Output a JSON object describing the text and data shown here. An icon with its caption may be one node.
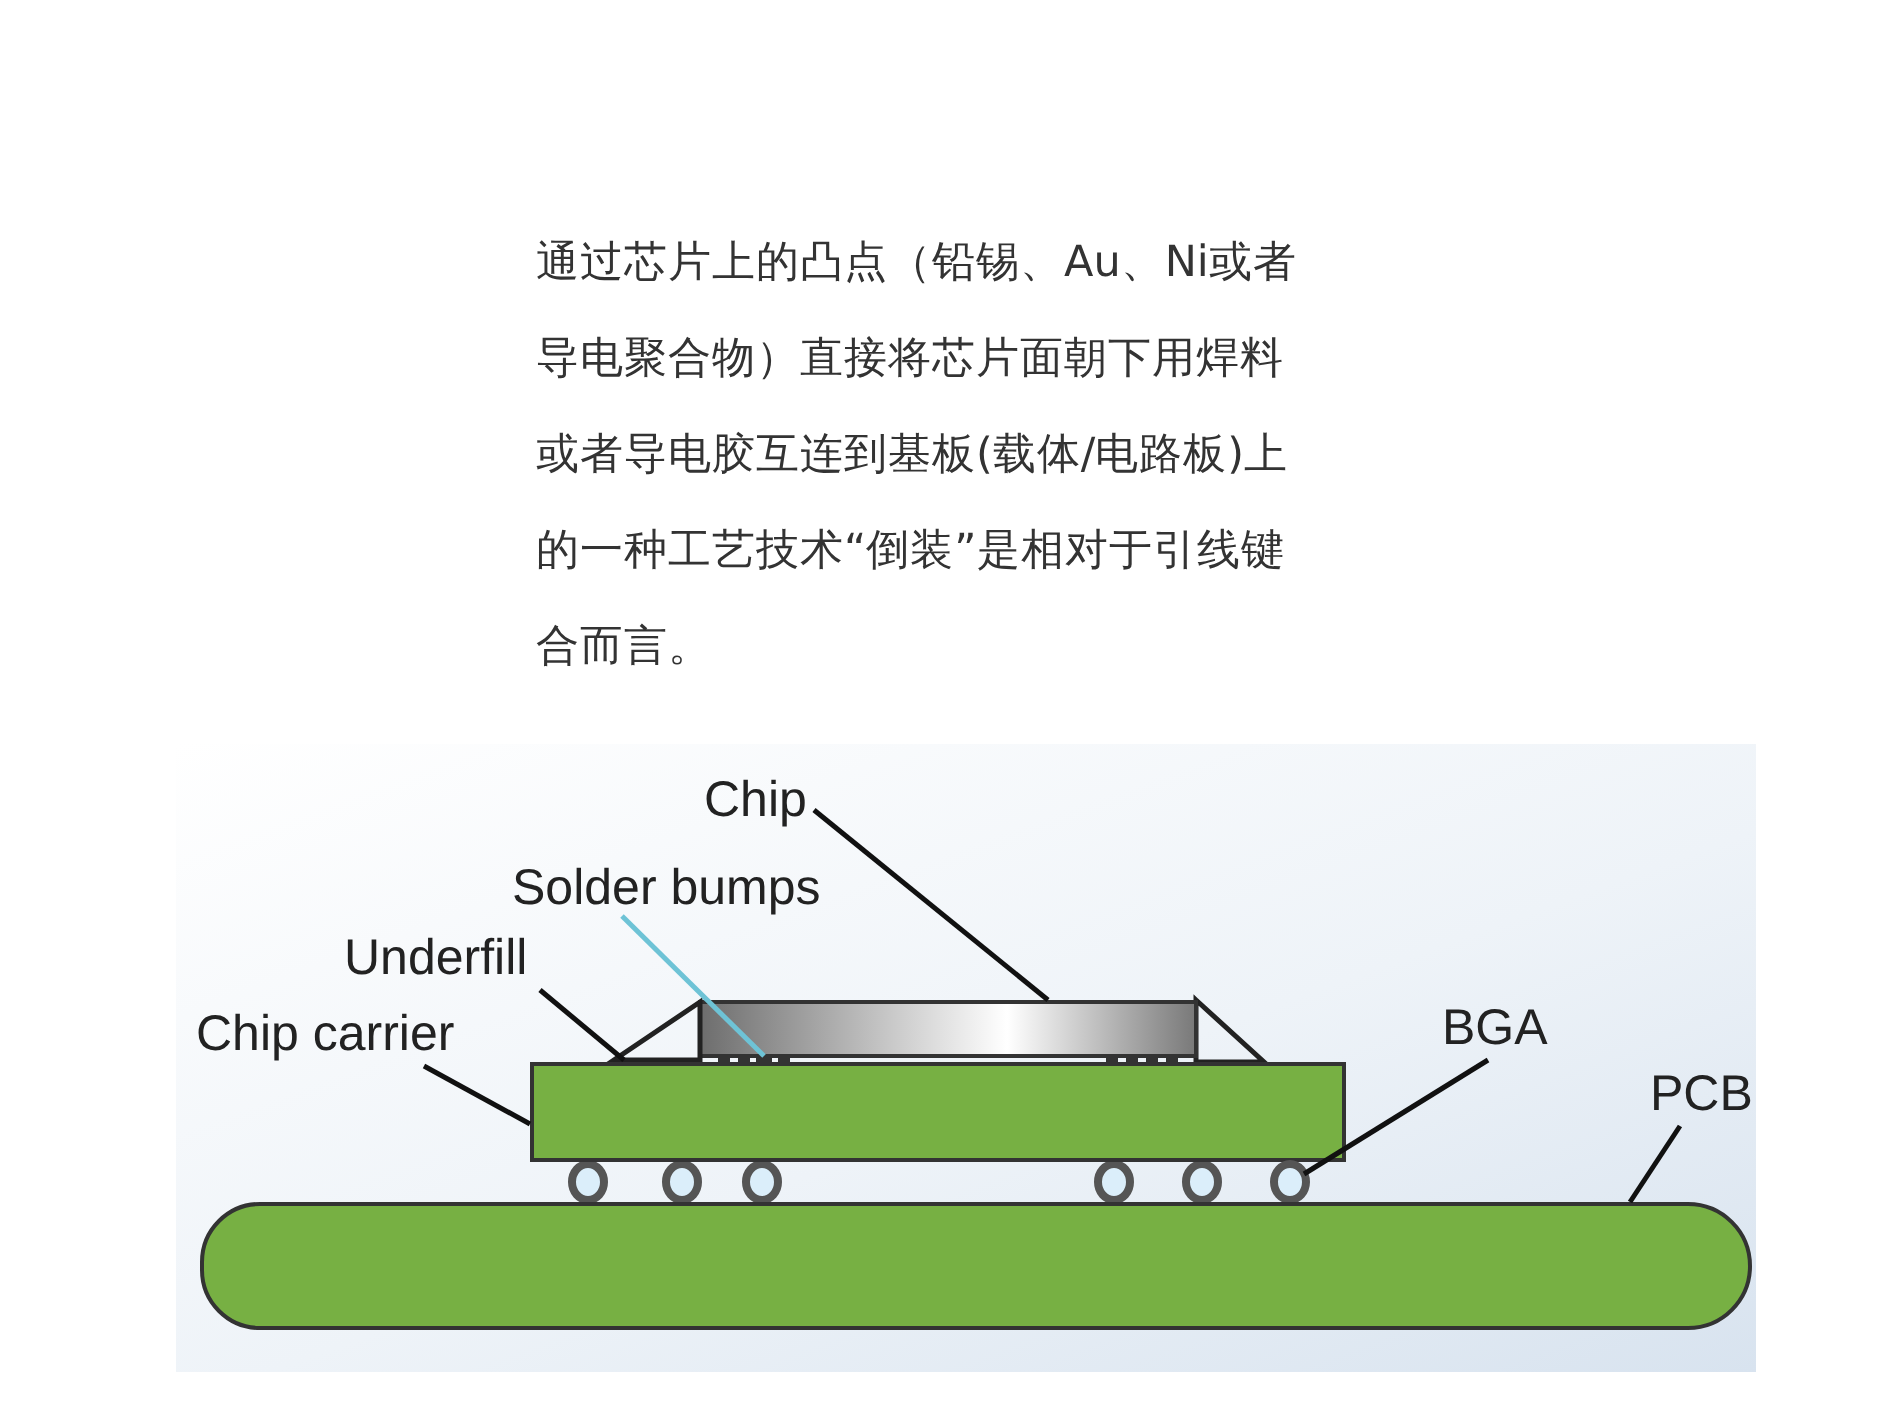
{
  "diagram": {
    "nodes": [
      {
        "text": [
          "Chip"
        ]
      },
      {
        "text": [
          "Solder bumps"
        ]
      },
      {
        "text": [
          "Underfill"
        ]
      },
      {
        "text": [
          "Chip carrier"
        ]
      },
      {
        "text": [
          "BGA"
        ]
      },
      {
        "text": [
          "PCB"
        ]
      },
      {
        "text": [],
        "shape": "box"
      },
      {
        "text": [],
        "shape": "bar"
      },
      {
        "text": [],
        "shape": "triangle"
      },
      {
        "text": [],
        "shape": "box"
      },
      {
        "text": [],
        "shape": "circle"
      },
      {
        "text": [],
        "shape": "box"
      }
    ],
    "edges": [
      {
        "from": 0,
        "to": 6,
        "arrow": "none"
      },
      {
        "from": 1,
        "to": 7,
        "arrow": "none",
        "color": "#6ec3d6"
      },
      {
        "from": 2,
        "to": 8,
        "arrow": "none"
      },
      {
        "from": 3,
        "to": 9,
        "arrow": "none"
      },
      {
        "from": 4,
        "to": 10,
        "arrow": "none"
      },
      {
        "from": 5,
        "to": 11,
        "arrow": "none"
      }
    ],
    "labels": [
      "通过芯片上的凸点（铅锡、Au、Ni或者导电聚合物）直接将芯片面朝下用焊料或者导电胶互连到基板(载体/电路板)上的一种工艺技术“倒装”是相对于引线键合而言。"
    ]
  }
}
